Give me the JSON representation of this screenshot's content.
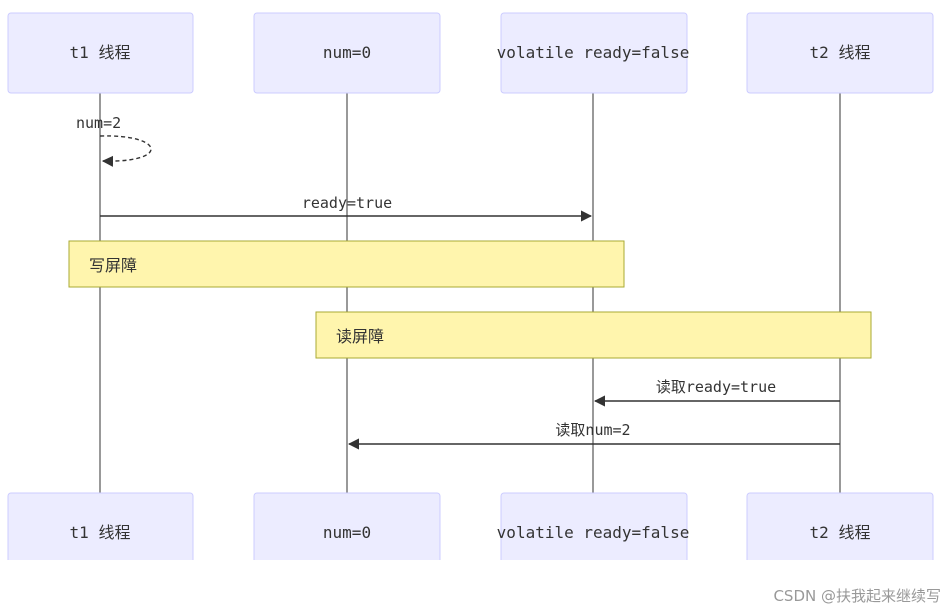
{
  "participants": [
    {
      "label": "t1 线程"
    },
    {
      "label": "num=0"
    },
    {
      "label": "volatile ready=false"
    },
    {
      "label": "t2 线程"
    }
  ],
  "messages": [
    {
      "label": "num=2",
      "from": "t1 线程",
      "to": "t1 线程",
      "style": "dashed-self-loop"
    },
    {
      "label": "ready=true",
      "from": "t1 线程",
      "to": "volatile ready=false",
      "style": "solid"
    },
    {
      "label": "读取ready=true",
      "from": "t2 线程",
      "to": "volatile ready=false",
      "style": "solid"
    },
    {
      "label": "读取num=2",
      "from": "t2 线程",
      "to": "num=0",
      "style": "solid"
    }
  ],
  "notes": [
    {
      "label": "写屏障",
      "spans": [
        "t1 线程",
        "volatile ready=false"
      ]
    },
    {
      "label": "读屏障",
      "spans": [
        "num=0",
        "t2 线程"
      ]
    }
  ],
  "credit": "CSDN @扶我起来继续写",
  "colors": {
    "actor_fill": "#ECECFF",
    "actor_border": "#CCCCFF",
    "note_fill": "#FFF5AD",
    "note_border": "#AAAA33",
    "line": "#333333"
  }
}
